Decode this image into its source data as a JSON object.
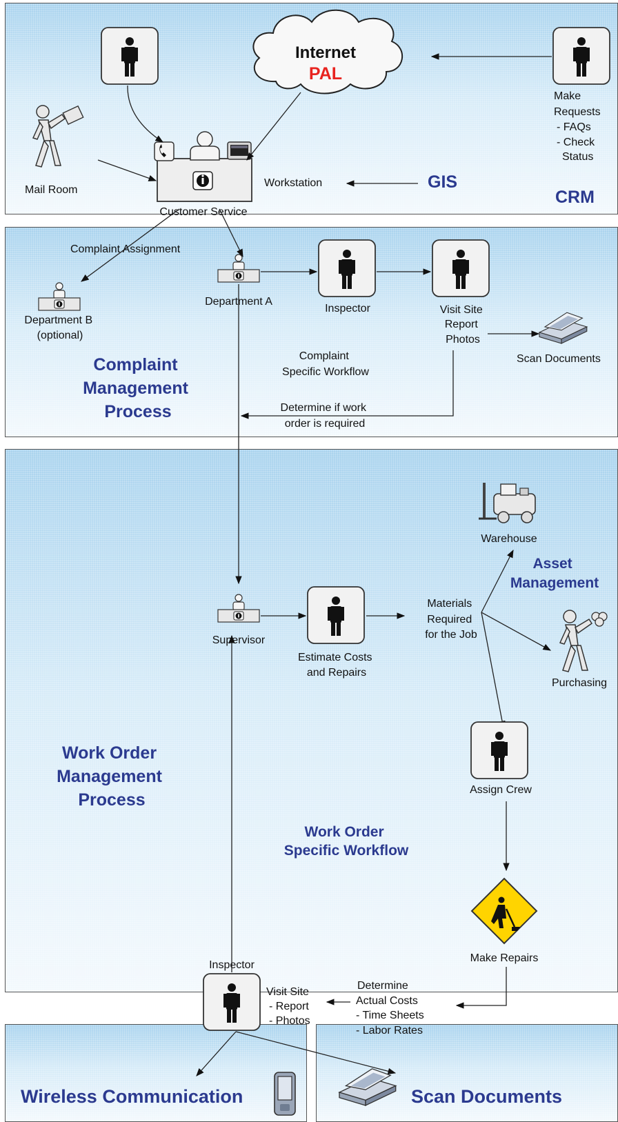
{
  "crm": {
    "internet": "Internet",
    "pal": "PAL",
    "make_requests": [
      "Make",
      "Requests",
      "- FAQs",
      "- Check",
      "Status"
    ],
    "mail_room": "Mail Room",
    "customer_service": "Customer Service",
    "workstation": "Workstation",
    "gis": "GIS",
    "crm": "CRM"
  },
  "complaint": {
    "complaint_assignment": "Complaint Assignment",
    "department_a": "Department A",
    "department_b": [
      "Department B",
      "(optional)"
    ],
    "inspector": "Inspector",
    "visit_site": [
      "Visit Site",
      "Report",
      "Photos"
    ],
    "scan_documents": "Scan Documents",
    "specific_workflow": [
      "Complaint",
      "Specific Workflow"
    ],
    "determine_work_order": [
      "Determine if work",
      "order is required"
    ],
    "title": [
      "Complaint",
      "Management",
      "Process"
    ]
  },
  "work_order": {
    "warehouse": "Warehouse",
    "asset_management": [
      "Asset",
      "Management"
    ],
    "supervisor": "Supervisor",
    "estimate": [
      "Estimate Costs",
      "and Repairs"
    ],
    "materials": [
      "Materials",
      "Required",
      "for the Job"
    ],
    "purchasing": "Purchasing",
    "title": [
      "Work Order",
      "Management",
      "Process"
    ],
    "assign_crew": "Assign Crew",
    "specific_workflow": [
      "Work Order",
      "Specific Workflow"
    ],
    "make_repairs": "Make Repairs",
    "inspector": "Inspector",
    "visit_site": [
      "Visit Site",
      "- Report",
      "- Photos"
    ],
    "determine_actual": [
      "Determine",
      "Actual Costs",
      "- Time Sheets",
      "- Labor Rates"
    ]
  },
  "bottom": {
    "wireless": "Wireless Communication",
    "scan": "Scan Documents"
  },
  "colors": {
    "title_blue": "#2b3a8f",
    "pal_red": "#e8231f",
    "warning_yellow": "#ffd400"
  }
}
